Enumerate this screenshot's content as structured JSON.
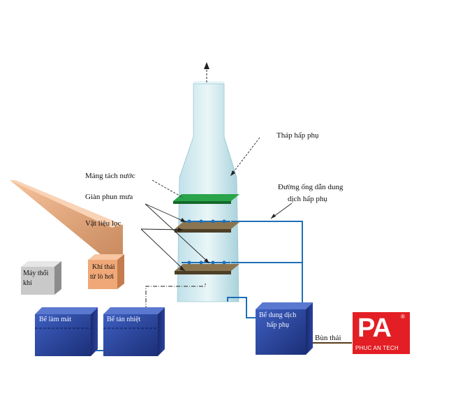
{
  "labels": {
    "tower": "Tháp hấp phụ",
    "mist_separator": "Mảng tách nước",
    "spray_rack": "Giàn phun mưa",
    "filter_material": "Vật liệu lọc",
    "pipe_line_1": "Đường ống dẫn dung",
    "pipe_line_2": "dịch hấp phụ",
    "sludge": "Bùn thải"
  },
  "boxes": {
    "blower_1": "Máy thổi",
    "blower_2": "khí",
    "exhaust_1": "Khí thải",
    "exhaust_2": "từ lò hơi",
    "cooling_tank": "Bể làm mát",
    "heat_tank": "Bể tản nhiệt",
    "solution_tank_1": "Bể dung dịch",
    "solution_tank_2": "hấp phụ"
  },
  "logo": {
    "mark": "PA",
    "registered": "®",
    "name": "PHUC AN TECH"
  },
  "colors": {
    "tank_blue": "#2d4a9e",
    "tower_cyan": "#cfe8ee",
    "pipe_blue": "#1f6fb8",
    "mist_green": "#1a8a3a",
    "filter_brown": "#6b5a3c",
    "exhaust_orange": "#f0a878",
    "logo_red": "#e31e24"
  }
}
